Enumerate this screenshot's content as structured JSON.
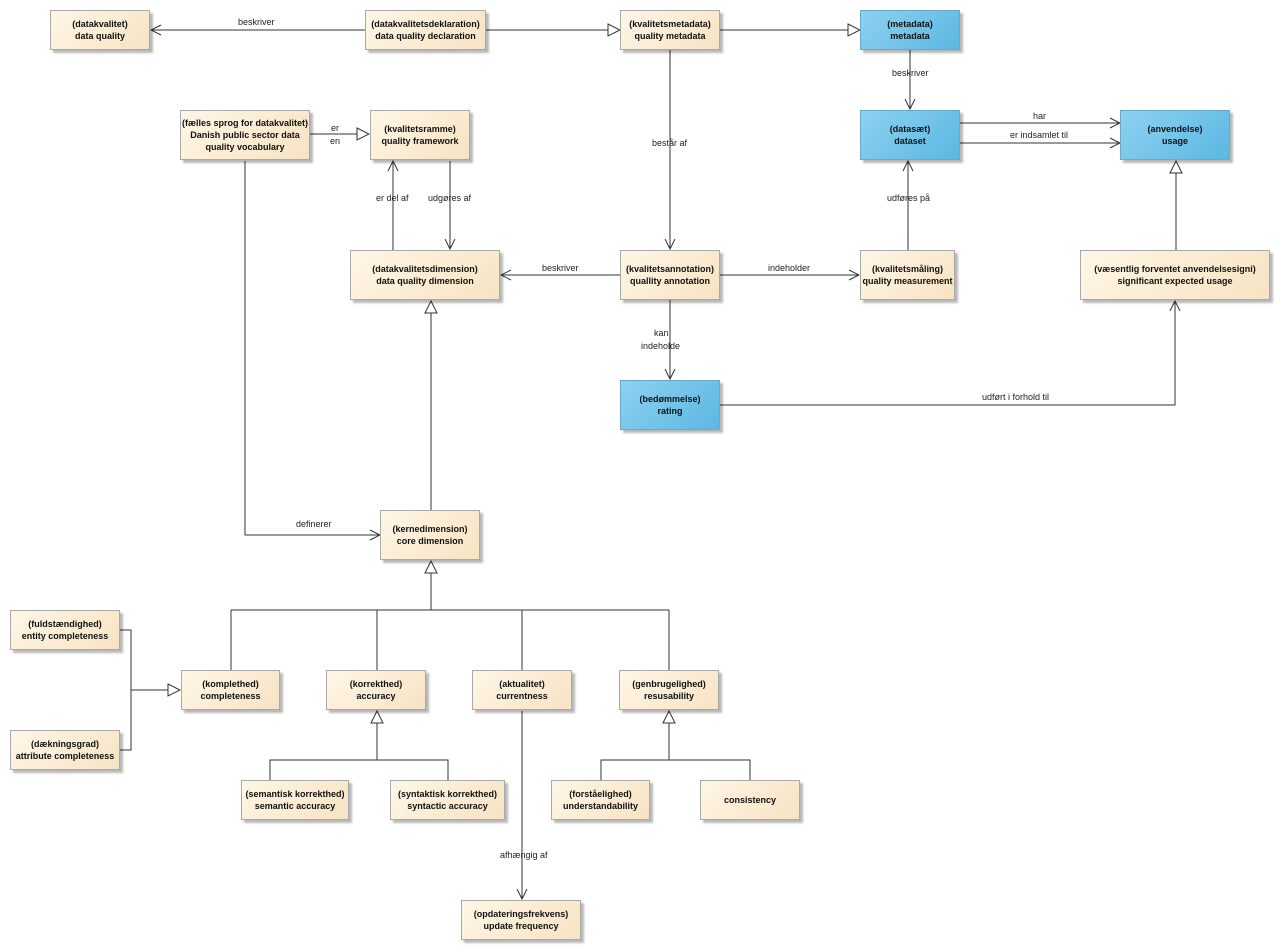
{
  "nodes": {
    "data_quality": [
      "(datakvalitet)",
      "data quality"
    ],
    "data_quality_declaration": [
      "(datakvalitetsdeklaration)",
      "data quality declaration"
    ],
    "quality_metadata": [
      "(kvalitetsmetadata)",
      "quality metadata"
    ],
    "metadata": [
      "(metadata)",
      "metadata"
    ],
    "dataset": [
      "(datasæt)",
      "dataset"
    ],
    "usage": [
      "(anvendelse)",
      "usage"
    ],
    "vocabulary": [
      "(fælles sprog for datakvalitet)",
      "Danish public sector data",
      "quality vocabulary"
    ],
    "quality_framework": [
      "(kvalitetsramme)",
      "quality framework"
    ],
    "data_quality_dimension": [
      "(datakvalitetsdimension)",
      "data quality dimension"
    ],
    "quality_annotation": [
      "(kvalitetsannotation)",
      "quallity annotation"
    ],
    "quality_measurement": [
      "(kvalitetsmåling)",
      "quality measurement"
    ],
    "significant_usage": [
      "(væsentlig forventet anvendelsesigni)",
      "significant expected usage"
    ],
    "rating": [
      "(bedømmelse)",
      "rating"
    ],
    "core_dimension": [
      "(kernedimension)",
      "core dimension"
    ],
    "entity_completeness": [
      "(fuldstændighed)",
      "entity completeness"
    ],
    "attribute_completeness": [
      "(dækningsgrad)",
      "attribute completeness"
    ],
    "completeness": [
      "(komplethed)",
      "completeness"
    ],
    "accuracy": [
      "(korrekthed)",
      "accuracy"
    ],
    "currentness": [
      "(aktualitet)",
      "currentness"
    ],
    "reusability": [
      "(genbrugelighed)",
      "resusability"
    ],
    "semantic_accuracy": [
      "(semantisk korrekthed)",
      "semantic accuracy"
    ],
    "syntactic_accuracy": [
      "(syntaktisk korrekthed)",
      "syntactic accuracy"
    ],
    "understandability": [
      "(forståelighed)",
      "understandability"
    ],
    "consistency": [
      "consistency"
    ],
    "update_frequency": [
      "(opdateringsfrekvens)",
      "update frequency"
    ]
  },
  "edge_labels": {
    "beskriver_top": "beskriver",
    "beskriver_meta": "beskriver",
    "har": "har",
    "er_indsamlet_til": "er indsamlet til",
    "er": "er",
    "en": "en",
    "bestar_af": "består af",
    "er_del_af": "er del af",
    "udgores_af": "udgøres af",
    "udfores_pa": "udføres på",
    "beskriver_dim": "beskriver",
    "indeholder": "indeholder",
    "kan": "kan",
    "indeholde": "indeholde",
    "udfort_i_forhold_til": "udført i forhold til",
    "definerer": "definerer",
    "afhaengig_af": "afhængig af"
  },
  "colors": {
    "beige": "#f7e3c3",
    "blue": "#5bb8e2",
    "line": "#333333"
  }
}
